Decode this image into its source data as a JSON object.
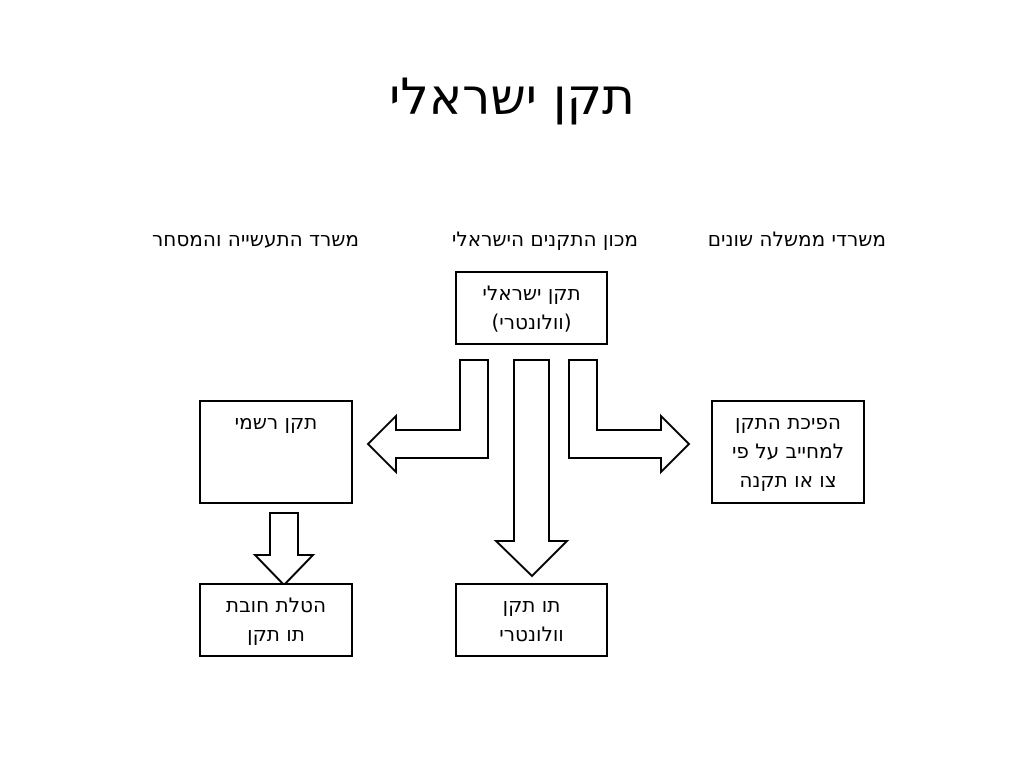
{
  "slide": {
    "title": "תקן ישראלי"
  },
  "columns": {
    "right": "משרדי ממשלה שונים",
    "center": "מכון התקנים הישראלי",
    "left": "משרד התעשייה והמסחר"
  },
  "boxes": {
    "top": {
      "line1": "תקן ישראלי",
      "line2": "(וולונטרי)"
    },
    "official": {
      "line1": "תקן רשמי"
    },
    "mandatory": {
      "line1": "הפיכת התקן",
      "line2": "למחייב על פי",
      "line3": "צו או תקנה"
    },
    "obligation": {
      "line1": "הטלת חובת",
      "line2": "תו תקן"
    },
    "voluntary_mark": {
      "line1": "תו תקן",
      "line2": "וולונטרי"
    }
  },
  "colors": {
    "stroke": "#000000",
    "fill": "#ffffff"
  }
}
